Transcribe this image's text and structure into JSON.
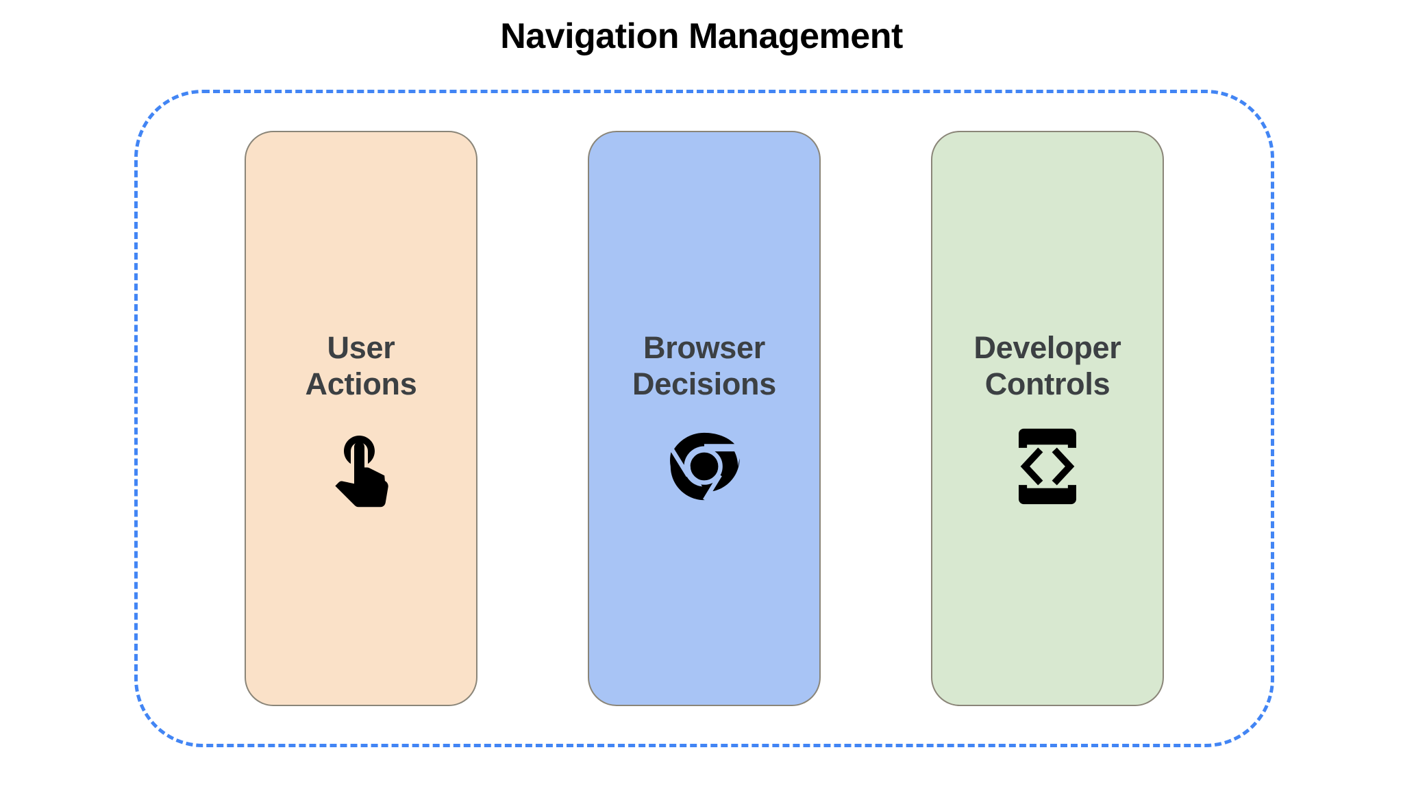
{
  "title": "Navigation Management",
  "colors": {
    "dashed_border": "#4285F4",
    "title_text": "#000000",
    "card_label_text": "#3C4043",
    "card_border": "#8A8578",
    "background": "#FFFFFF"
  },
  "container": {
    "name": "navigation-management-group",
    "border_style": "dashed"
  },
  "cards": [
    {
      "label": "User\nActions",
      "label_line1": "User",
      "label_line2": "Actions",
      "background": "#FAE1C8",
      "icon": "touch-gesture-icon",
      "icon_color": "#000000"
    },
    {
      "label": "Browser\nDecisions",
      "label_line1": "Browser",
      "label_line2": "Decisions",
      "background": "#A8C4F5",
      "icon": "chrome-logo-icon",
      "icon_color": "#000000"
    },
    {
      "label": "Developer\nControls",
      "label_line1": "Developer",
      "label_line2": "Controls",
      "background": "#D8E8D0",
      "icon": "developer-mode-icon",
      "icon_color": "#000000"
    }
  ]
}
